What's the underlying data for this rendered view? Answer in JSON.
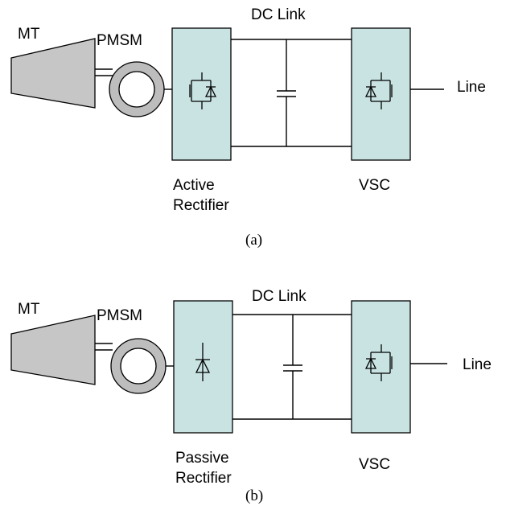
{
  "diagram_a": {
    "turbine_label": "MT",
    "generator_label": "PMSM",
    "dc_link_label": "DC Link",
    "rectifier_label_line1": "Active",
    "rectifier_label_line2": "Rectifier",
    "inverter_label": "VSC",
    "line_label": "Line",
    "caption": "(a)"
  },
  "diagram_b": {
    "turbine_label": "MT",
    "generator_label": "PMSM",
    "dc_link_label": "DC Link",
    "rectifier_label_line1": "Passive",
    "rectifier_label_line2": "Rectifier",
    "inverter_label": "VSC",
    "line_label": "Line",
    "caption": "(b)"
  },
  "colors": {
    "converter_fill": "#c9e3e3",
    "turbine_fill": "#c6c6c6",
    "generator_fill": "#bdbdbd"
  }
}
